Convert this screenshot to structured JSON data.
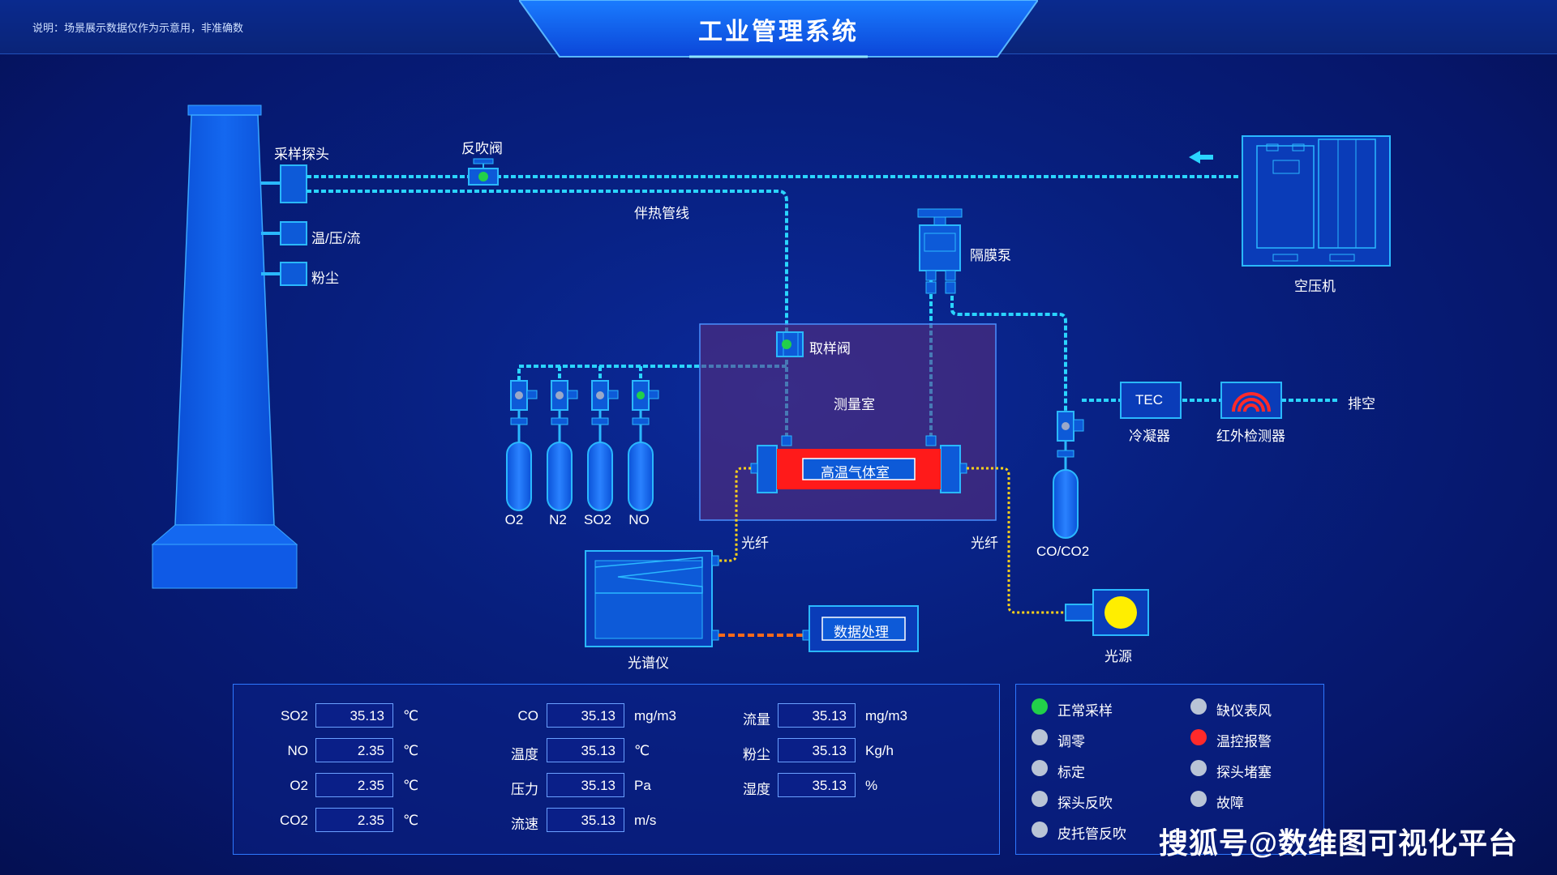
{
  "header": {
    "note": "说明：场景展示数据仅作为示意用，非准确数",
    "title": "工业管理系统"
  },
  "diagram": {
    "labels": {
      "sampling_probe": "采样探头",
      "temp_pressure_flow": "温/压/流",
      "dust": "粉尘",
      "blowback_valve": "反吹阀",
      "heat_trace_line": "伴热管线",
      "diaphragm_pump": "隔膜泵",
      "air_compressor": "空压机",
      "sampling_valve": "取样阀",
      "measurement_room": "测量室",
      "high_temp_gas_cell": "高温气体室",
      "fiber_left": "光纤",
      "fiber_right": "光纤",
      "spectrometer": "光谱仪",
      "data_processing": "数据处理",
      "light_source": "光源",
      "tec": "TEC",
      "condenser": "冷凝器",
      "ir_detector": "红外检测器",
      "vent": "排空",
      "co_co2": "CO/CO2"
    },
    "cylinders": [
      "O2",
      "N2",
      "SO2",
      "NO"
    ]
  },
  "readings": {
    "col1": [
      {
        "label": "SO2",
        "value": "35.13",
        "unit": "℃"
      },
      {
        "label": "NO",
        "value": "2.35",
        "unit": "℃"
      },
      {
        "label": "O2",
        "value": "2.35",
        "unit": "℃"
      },
      {
        "label": "CO2",
        "value": "2.35",
        "unit": "℃"
      }
    ],
    "col2": [
      {
        "label": "CO",
        "value": "35.13",
        "unit": "mg/m3"
      },
      {
        "label": "温度",
        "value": "35.13",
        "unit": "℃"
      },
      {
        "label": "压力",
        "value": "35.13",
        "unit": "Pa"
      },
      {
        "label": "流速",
        "value": "35.13",
        "unit": "m/s"
      }
    ],
    "col3": [
      {
        "label": "流量",
        "value": "35.13",
        "unit": "mg/m3"
      },
      {
        "label": "粉尘",
        "value": "35.13",
        "unit": "Kg/h"
      },
      {
        "label": "湿度",
        "value": "35.13",
        "unit": "%"
      }
    ]
  },
  "status": {
    "left": [
      {
        "label": "正常采样",
        "color": "#22d04a"
      },
      {
        "label": "调零",
        "color": "#b9c4d6"
      },
      {
        "label": "标定",
        "color": "#b9c4d6"
      },
      {
        "label": "探头反吹",
        "color": "#b9c4d6"
      },
      {
        "label": "皮托管反吹",
        "color": "#b9c4d6"
      }
    ],
    "right": [
      {
        "label": "缺仪表风",
        "color": "#b9c4d6"
      },
      {
        "label": "温控报警",
        "color": "#ff2a2a"
      },
      {
        "label": "探头堵塞",
        "color": "#b9c4d6"
      },
      {
        "label": "故障",
        "color": "#b9c4d6"
      }
    ]
  },
  "watermark": "搜狐号@数维图可视化平台",
  "colors": {
    "pipe": "#2ad4ff",
    "fiber": "#ffd21a",
    "data_link": "#ff6a1a",
    "gas_cell": "#ff1a1a",
    "light_source": "#ffee00",
    "equipment_stroke": "#2ab8ff",
    "equipment_fill": "#0d5ad8"
  }
}
